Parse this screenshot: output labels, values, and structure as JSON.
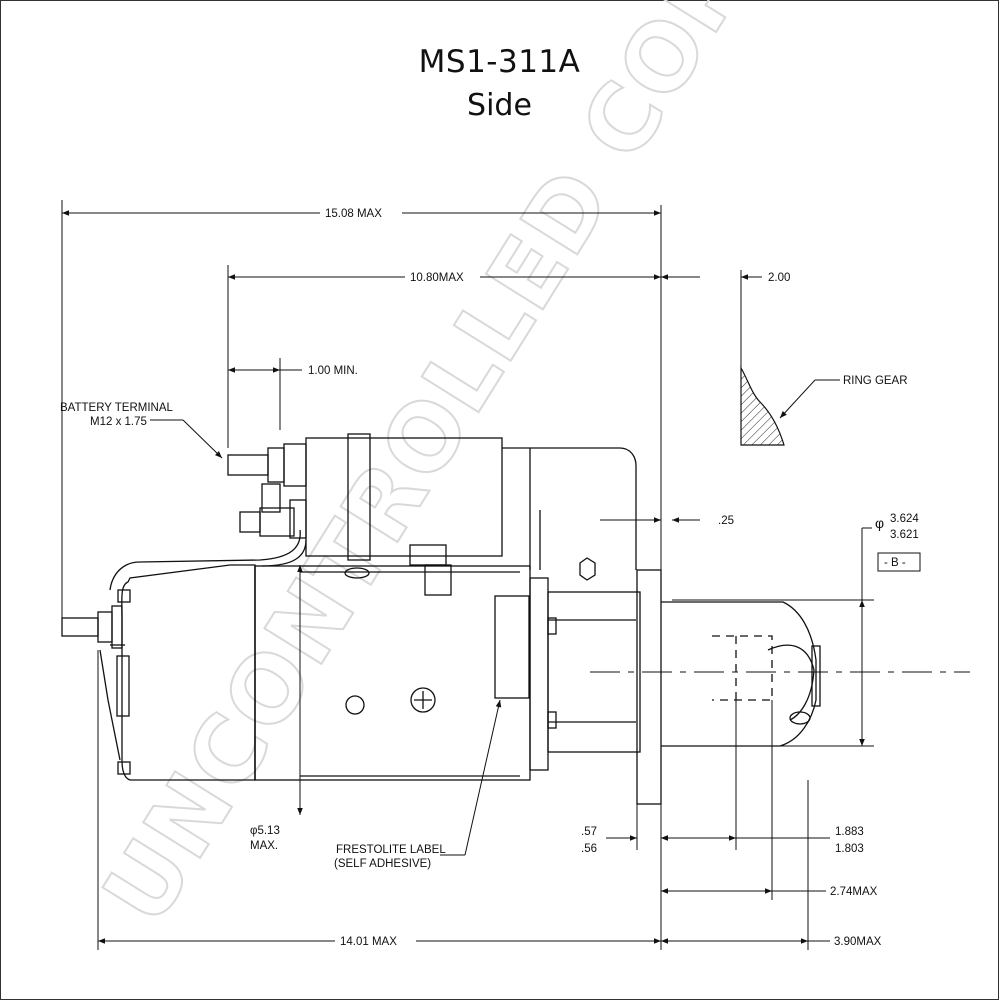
{
  "title": "MS1-311A",
  "subtitle": "Side",
  "watermark": "UNCONTROLLED COPY",
  "dimensions": {
    "overall_length": "15.08 MAX",
    "body_length": "10.80MAX",
    "terminal_min": "1.00 MIN.",
    "ring_gear_offset": "2.00",
    "flange_gap": ".25",
    "pilot_dia_upper": "3.624",
    "pilot_dia_lower": "3.621",
    "datum": "- B -",
    "diameter_symbol": "φ",
    "body_dia": "φ5.13",
    "body_dia_max": "MAX.",
    "flange_thk_upper": ".57",
    "flange_thk_lower": ".56",
    "pinion_upper": "1.883",
    "pinion_lower": "1.803",
    "nose_length": "2.74MAX",
    "housing_length": "14.01 MAX",
    "front_length": "3.90MAX"
  },
  "labels": {
    "battery_terminal_1": "BATTERY TERMINAL",
    "battery_terminal_2": "M12 x 1.75",
    "ring_gear": "RING GEAR",
    "label_1": "FRESTOLITE LABEL",
    "label_2": "(SELF ADHESIVE)"
  }
}
